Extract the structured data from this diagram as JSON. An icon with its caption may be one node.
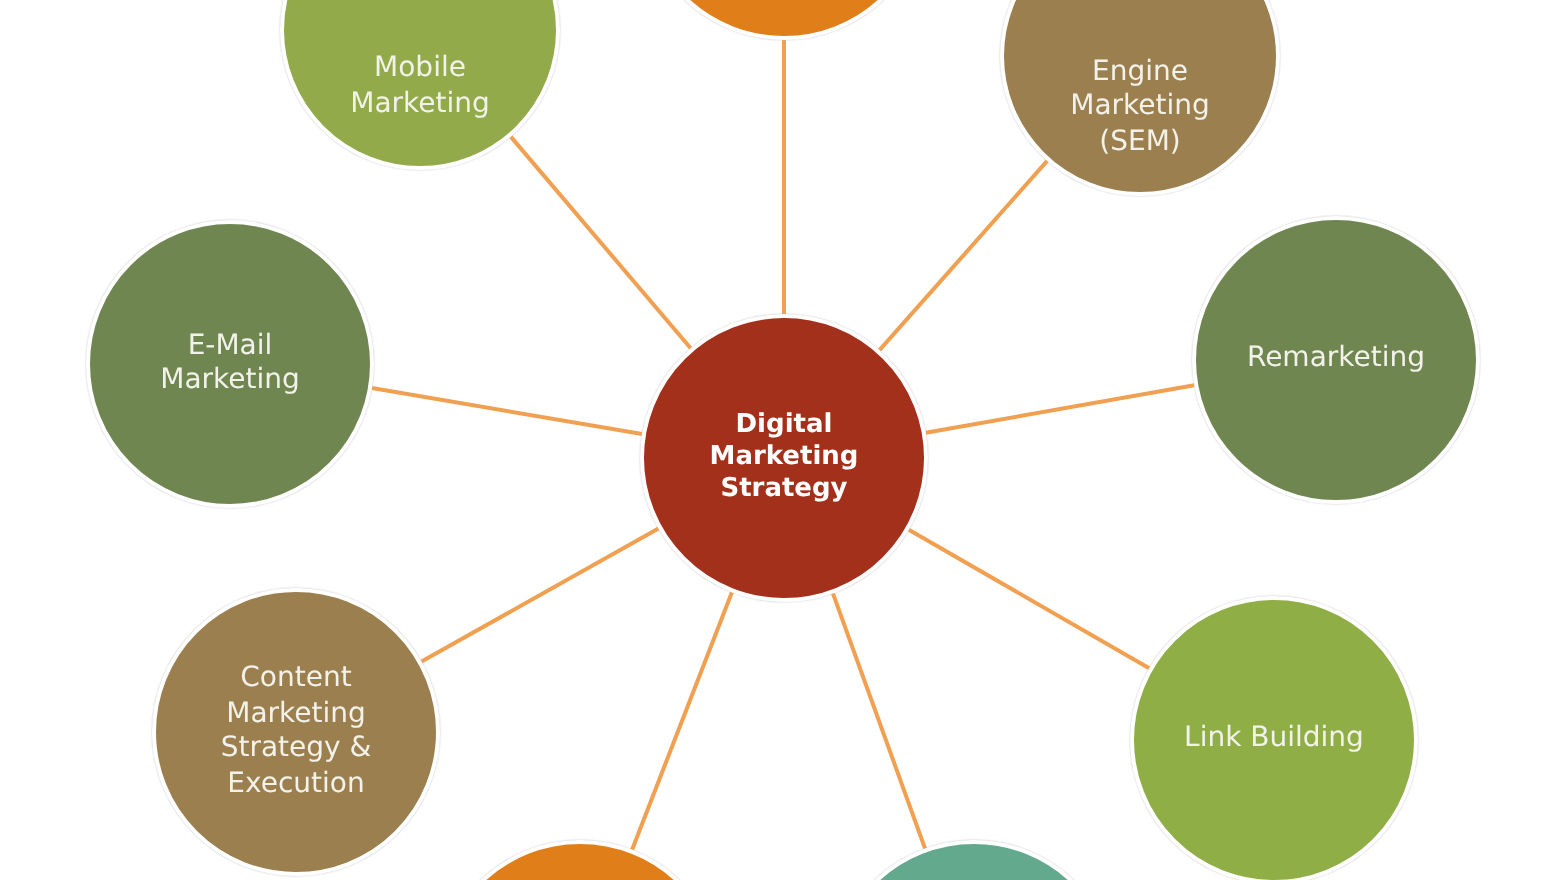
{
  "diagram": {
    "nodes": [
      {
        "text": [
          "Digital Marketing Strategy"
        ]
      },
      {
        "text": [],
        "shape": "circle"
      },
      {
        "text": [
          "Mobile Marketing"
        ]
      },
      {
        "text": [
          "Engine Marketing (SEM)"
        ]
      },
      {
        "text": [
          "E-Mail Marketing"
        ]
      },
      {
        "text": [
          "Remarketing"
        ]
      },
      {
        "text": [
          "Content Marketing Strategy & Execution"
        ]
      },
      {
        "text": [
          "Link Building"
        ]
      },
      {
        "text": [],
        "shape": "circle"
      },
      {
        "text": [],
        "shape": "circle"
      }
    ],
    "edges": [
      {
        "from": 0,
        "to": 1,
        "arrow": "none"
      },
      {
        "from": 0,
        "to": 2,
        "arrow": "none"
      },
      {
        "from": 0,
        "to": 3,
        "arrow": "none"
      },
      {
        "from": 0,
        "to": 4,
        "arrow": "none"
      },
      {
        "from": 0,
        "to": 5,
        "arrow": "none"
      },
      {
        "from": 0,
        "to": 6,
        "arrow": "none"
      },
      {
        "from": 0,
        "to": 7,
        "arrow": "none"
      },
      {
        "from": 0,
        "to": 8,
        "arrow": "none"
      },
      {
        "from": 0,
        "to": 9,
        "arrow": "none"
      }
    ]
  }
}
